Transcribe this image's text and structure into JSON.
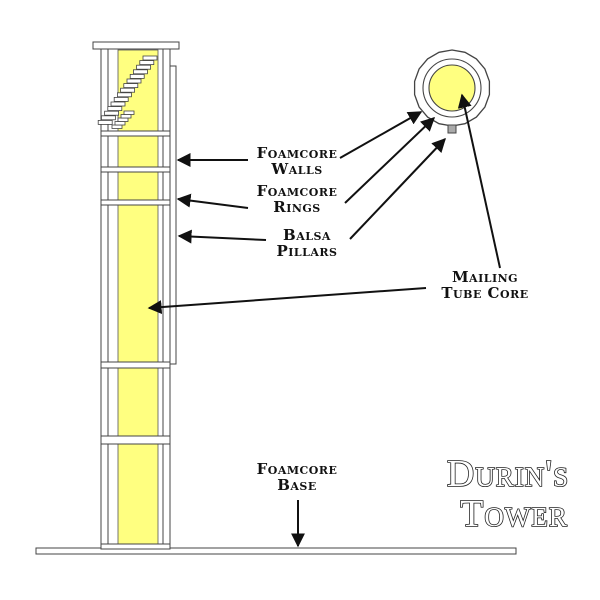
{
  "colors": {
    "core_fill": "#FFFF80",
    "line": "#222222",
    "outline": "#444444",
    "background": "#FFFFFF"
  },
  "labels": {
    "foamcore_walls": [
      "Foamcore",
      "Walls"
    ],
    "foamcore_rings": [
      "Foamcore",
      "Rings"
    ],
    "balsa_pillars": [
      "Balsa",
      "Pillars"
    ],
    "mailing_tube_core": [
      "Mailing",
      "Tube Core"
    ],
    "foamcore_base": [
      "Foamcore",
      "Base"
    ]
  },
  "title": [
    "Durin's",
    "Tower"
  ]
}
